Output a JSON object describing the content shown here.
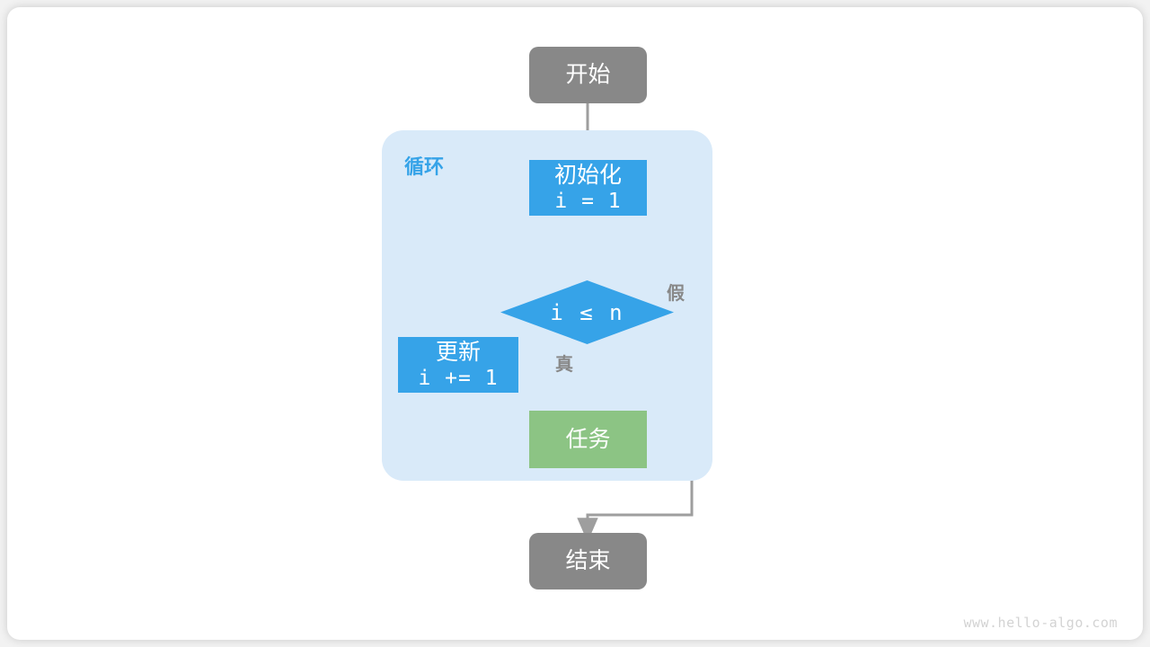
{
  "diagram": {
    "title_watermark": "www.hello-algo.com",
    "colors": {
      "terminal": "#888888",
      "process": "#36a3e8",
      "task": "#8cc484",
      "loop_container": "#d9eaf9",
      "edge": "#9e9e9e",
      "loop_label": "#36a3e8",
      "edge_label": "#888888",
      "page_background": "#f2f2f2",
      "card_background": "#ffffff"
    },
    "loop_container": {
      "label": "循环"
    },
    "nodes": {
      "start": {
        "label": "开始",
        "shape": "rounded-rectangle",
        "role": "terminal"
      },
      "init": {
        "line1": "初始化",
        "line2": "i = 1",
        "shape": "rectangle",
        "role": "process"
      },
      "condition": {
        "label": "i ≤ n",
        "shape": "diamond",
        "role": "decision"
      },
      "update": {
        "line1": "更新",
        "line2": "i += 1",
        "shape": "rectangle",
        "role": "process"
      },
      "task": {
        "label": "任务",
        "shape": "rectangle",
        "role": "task"
      },
      "end": {
        "label": "结束",
        "shape": "rounded-rectangle",
        "role": "terminal"
      }
    },
    "edge_labels": {
      "true_branch": "真",
      "false_branch": "假"
    }
  }
}
